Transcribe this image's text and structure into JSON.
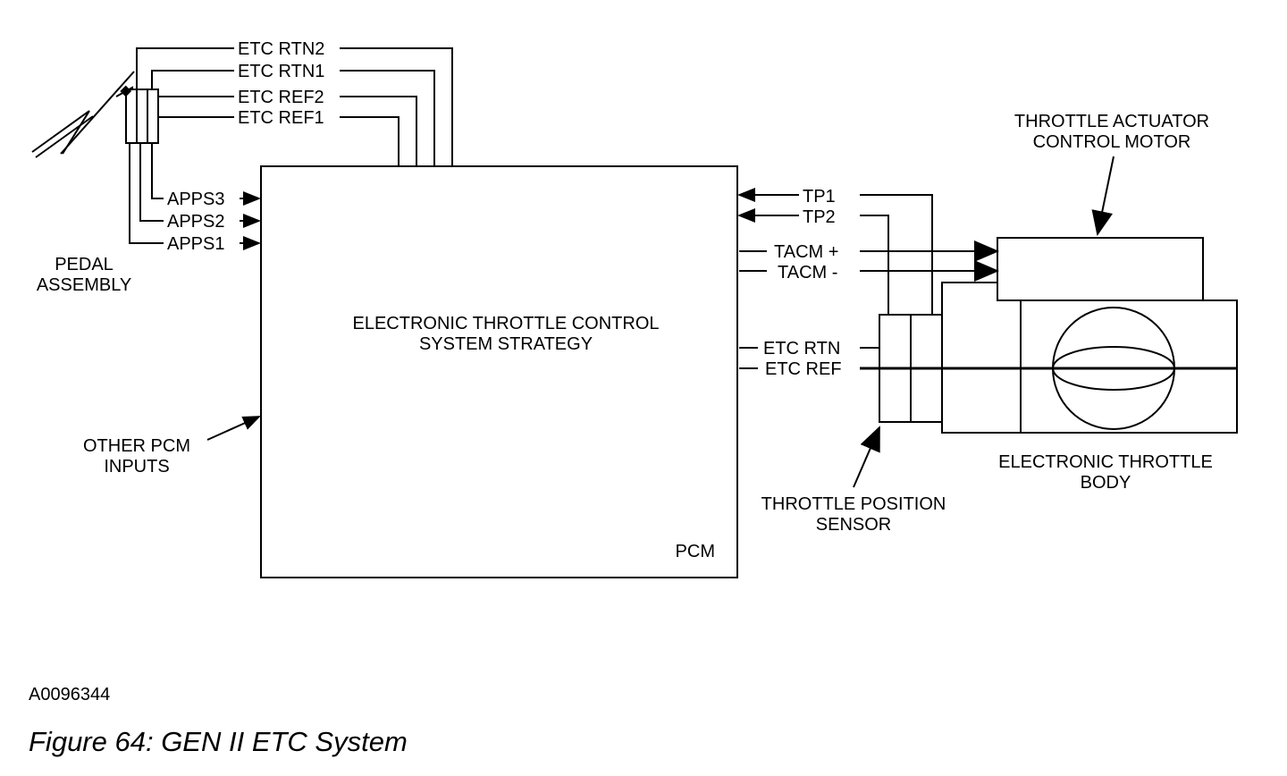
{
  "pedal": {
    "label_line1": "PEDAL",
    "label_line2": "ASSEMBLY"
  },
  "pedal_wires": [
    "ETC RTN2",
    "ETC RTN1",
    "ETC REF2",
    "ETC REF1"
  ],
  "apps_signals": [
    "APPS3",
    "APPS2",
    "APPS1"
  ],
  "other_inputs": {
    "line1": "OTHER PCM",
    "line2": "INPUTS"
  },
  "pcm": {
    "strategy_line1": "ELECTRONIC THROTTLE CONTROL",
    "strategy_line2": "SYSTEM STRATEGY",
    "name": "PCM"
  },
  "tp_signals": [
    "TP1",
    "TP2"
  ],
  "tacm_signals": [
    "TACM +",
    "TACM -"
  ],
  "etc_signals": [
    "ETC RTN",
    "ETC REF"
  ],
  "motor": {
    "line1": "THROTTLE ACTUATOR",
    "line2": "CONTROL MOTOR"
  },
  "sensor": {
    "line1": "THROTTLE POSITION",
    "line2": "SENSOR"
  },
  "throttle_body": {
    "line1": "ELECTRONIC THROTTLE",
    "line2": "BODY"
  },
  "figure": {
    "id": "A0096344",
    "caption": "Figure 64: GEN II ETC System"
  }
}
